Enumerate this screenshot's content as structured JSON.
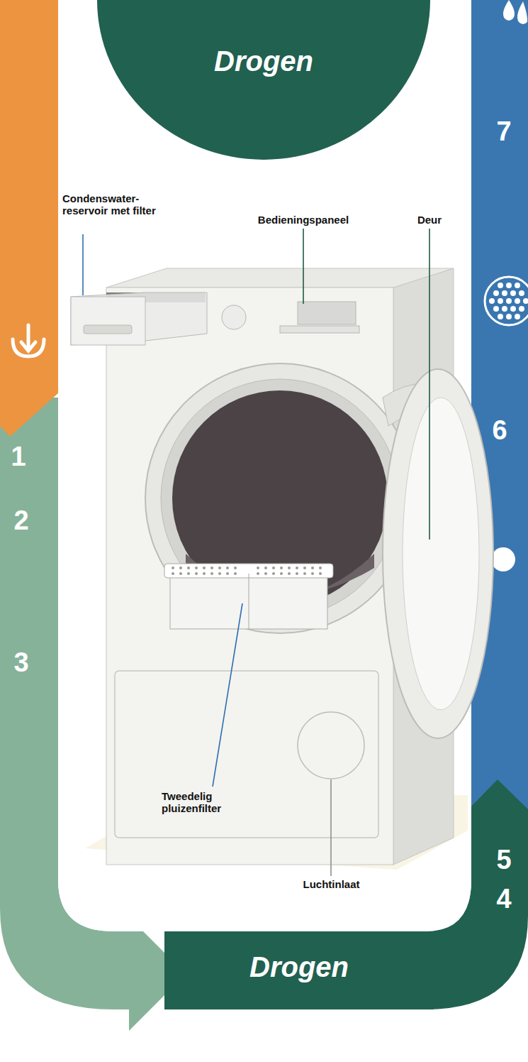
{
  "diagram": {
    "nodes": [
      {
        "text": [
          "Drogen"
        ]
      },
      {
        "text": [
          "Drogen"
        ]
      }
    ],
    "labels": [
      "Condenswater-reservoir met filter",
      "Bedieningspaneel",
      "Deur",
      "7",
      "6",
      "1",
      "2",
      "3",
      "Tweedelig pluizenfilter",
      "Luchtinlaat",
      "5",
      "4"
    ]
  }
}
